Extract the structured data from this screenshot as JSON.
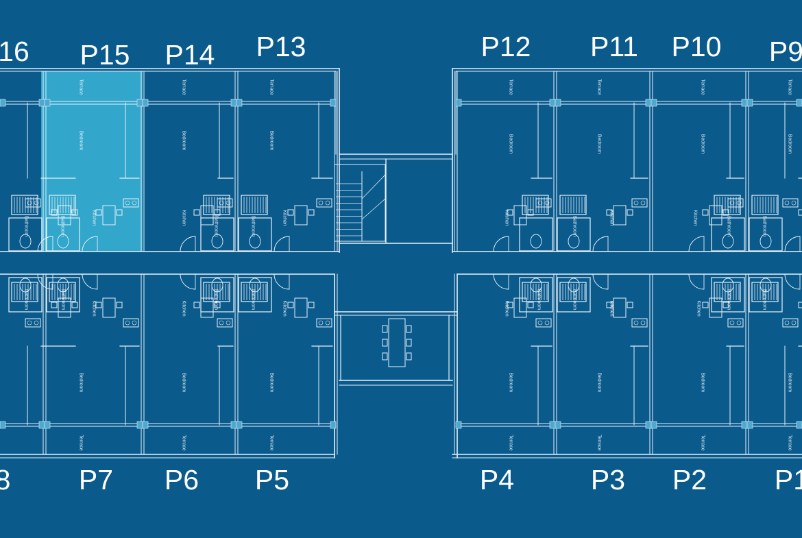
{
  "colors": {
    "background": "#0a5a8c",
    "wall": "#e8f2fa",
    "highlight": "#3ab4d6",
    "hatch": "#4fa8cf"
  },
  "selected_unit": "P15",
  "units_top": [
    "16",
    "P15",
    "P14",
    "P13",
    "P12",
    "P11",
    "P10",
    "P9"
  ],
  "units_bottom": [
    "8",
    "P7",
    "P6",
    "P5",
    "P4",
    "P3",
    "P2",
    "P1"
  ],
  "room_labels": {
    "terrace": "Terrace",
    "bedroom": "Bedroom",
    "kitchen": "Kitchen",
    "bathroom": "Bathroom"
  }
}
